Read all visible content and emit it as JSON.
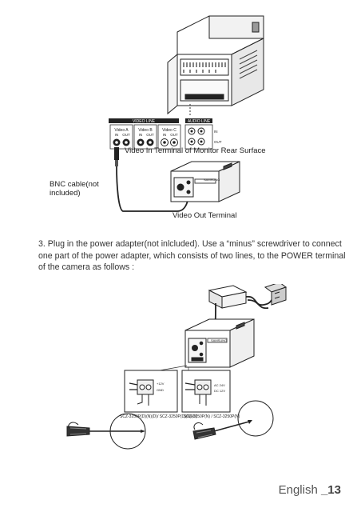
{
  "figure1": {
    "video_line_label": "VIDEO LINE",
    "audio_line_label": "AUDIO LINE",
    "video_a": "Video A",
    "video_b": "Video B",
    "video_c": "Video C",
    "in_label": "IN",
    "out_label": "OUT",
    "in_terminal_caption": "Video In Terminal of Monitor Rear Surface",
    "bnc_caption_line1": "BNC cable(not",
    "bnc_caption_line2": "included)",
    "out_terminal_caption": "Video Out Terminal",
    "brand": "SAMSUNG"
  },
  "instruction": {
    "text": "3.  Plug in the power adapter(not inlcluded). Use a “minus” screwdriver to connect one part of the power adapter, which consists of two lines, to the POWER terminal of the camera as follows :"
  },
  "figure2": {
    "brand": "SAMSUNG",
    "left_terminal_plus": "+12V",
    "left_terminal_gnd": "GND",
    "right_terminal_ac": "AC 24V",
    "right_terminal_dc": "DC 12V",
    "left_model_label": "SCZ-3250P(D)(N)(D)/ SCZ-3250P(D)(N)(D)",
    "right_model_label": "SCZ-3250P(N) / SCZ-3250P(N)"
  },
  "footer": {
    "language": "English",
    "page_number": "_13"
  }
}
